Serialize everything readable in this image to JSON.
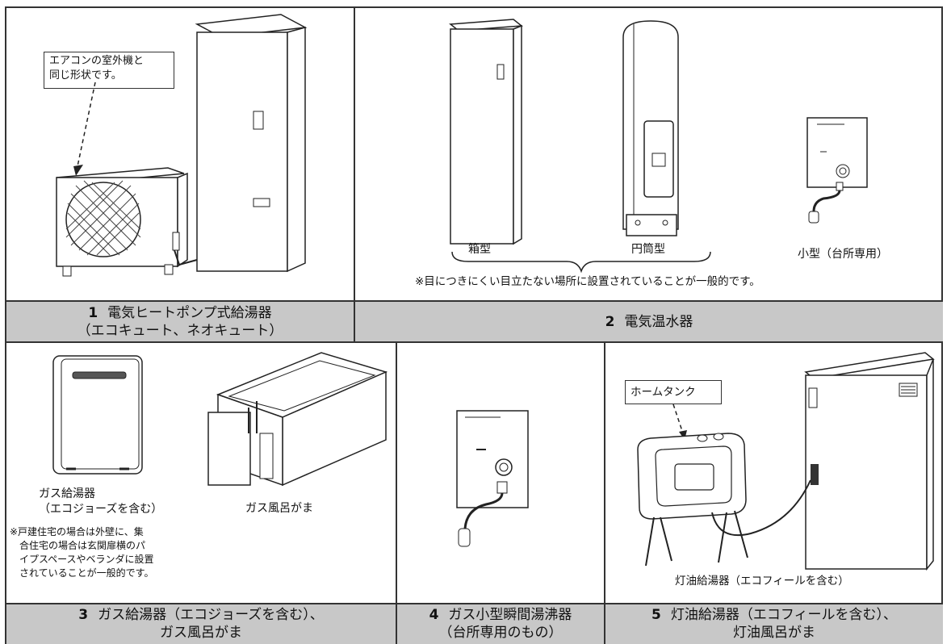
{
  "panel1": {
    "callout": [
      "エアコンの室外機と",
      "同じ形状です。"
    ],
    "caption_num": "1",
    "caption_lines": [
      "電気ヒートポンプ式給湯器",
      "（エコキュート、ネオキュート）"
    ]
  },
  "panel2": {
    "label_box": "箱型",
    "label_cylinder": "円筒型",
    "label_small": "小型（台所専用）",
    "note": "※目につきにくい目立たない場所に設置されていることが一般的です。",
    "caption_num": "2",
    "caption_lines": [
      "電気温水器"
    ]
  },
  "panel3": {
    "label_heater": [
      "ガス給湯器",
      "（エコジョーズを含む）"
    ],
    "label_bath": "ガス風呂がま",
    "note": [
      "※戸建住宅の場合は外壁に、集",
      "合住宅の場合は玄関扉横のパ",
      "イプスペースやベランダに設置",
      "されていることが一般的です。"
    ],
    "caption_num": "3",
    "caption_lines": [
      "ガス給湯器（エコジョーズを含む）、",
      "ガス風呂がま"
    ]
  },
  "panel4": {
    "caption_num": "4",
    "caption_lines": [
      "ガス小型瞬間湯沸器",
      "（台所専用のもの）"
    ]
  },
  "panel5": {
    "callout": "ホームタンク",
    "label_heater": "灯油給湯器（エコフィールを含む）",
    "caption_num": "5",
    "caption_lines": [
      "灯油給湯器（エコフィールを含む）、",
      "灯油風呂がま"
    ]
  }
}
